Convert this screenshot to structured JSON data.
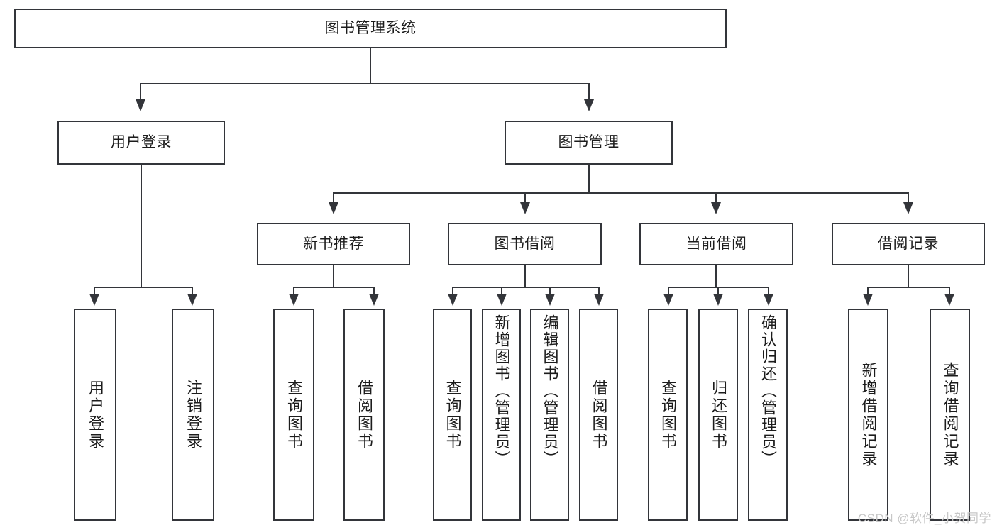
{
  "diagram": {
    "title": "图书管理系统",
    "type": "tree-hierarchy-chart",
    "root": {
      "label": "图书管理系统"
    },
    "level2": [
      {
        "label": "用户登录"
      },
      {
        "label": "图书管理"
      }
    ],
    "level3": [
      {
        "label": "新书推荐"
      },
      {
        "label": "图书借阅"
      },
      {
        "label": "当前借阅"
      },
      {
        "label": "借阅记录"
      }
    ],
    "leaves": {
      "user_login": [
        {
          "label": "用户登录"
        },
        {
          "label": "注销登录"
        }
      ],
      "new_book_recommend": [
        {
          "label": "查询图书"
        },
        {
          "label": "借阅图书"
        }
      ],
      "book_borrow": [
        {
          "label": "查询图书"
        },
        {
          "label": "新增图书（管理员）"
        },
        {
          "label": "编辑图书（管理员）"
        },
        {
          "label": "借阅图书"
        }
      ],
      "current_borrow": [
        {
          "label": "查询图书"
        },
        {
          "label": "归还图书"
        },
        {
          "label": "确认归还（管理员）"
        }
      ],
      "borrow_record": [
        {
          "label": "新增借阅记录"
        },
        {
          "label": "查询借阅记录"
        }
      ]
    }
  },
  "watermark": {
    "text": "CSDN @软件_小贺同学"
  },
  "colors": {
    "stroke": "#33353a",
    "text": "#1c1c1c",
    "background": "#ffffff",
    "watermark": "#c7c7c7"
  }
}
